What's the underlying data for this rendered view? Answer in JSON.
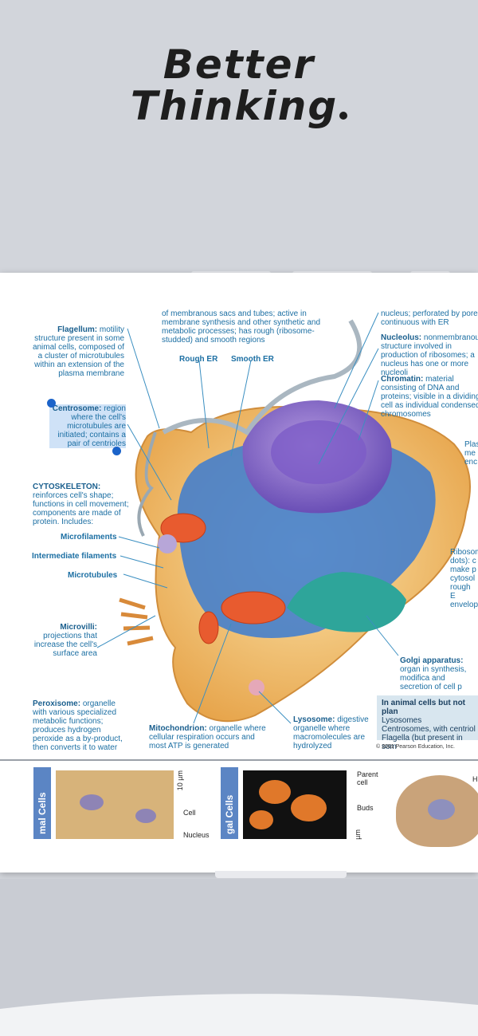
{
  "brand": {
    "line1": "Better",
    "line2": "Thinking"
  },
  "labels": {
    "er_top": "of membranous sacs and tubes; active in membrane synthesis and other synthetic and metabolic processes; has rough (ribosome-studded) and smooth regions",
    "rough_er": "Rough ER",
    "smooth_er": "Smooth ER",
    "nucleus_top": "nucleus; perforated by pores; continuous with ER",
    "flagellum_title": "Flagellum:",
    "flagellum_desc": "motility structure present in some animal cells, composed of a cluster of microtubules within an extension of the plasma membrane",
    "centrosome_title": "Centrosome:",
    "centrosome_desc": "region where the cell's microtubules are initiated; contains a pair of centrioles",
    "nucleolus_title": "Nucleolus:",
    "nucleolus_desc": "nonmembranous structure involved in production of ribosomes; a nucleus has one or more nucleoli",
    "chromatin_title": "Chromatin:",
    "chromatin_desc": "material consisting of DNA and proteins; visible in a dividing cell as individual condensed chromosomes",
    "plasma_partial": "Plas me enc",
    "cytoskeleton_title": "CYTOSKELETON:",
    "cytoskeleton_desc": "reinforces cell's shape; functions in cell movement; components are made of protein. Includes:",
    "microfilaments": "Microfilaments",
    "intermediate_filaments": "Intermediate filaments",
    "microtubules": "Microtubules",
    "ribosomes_partial": "Ribosom dots): c make p cytosol rough E envelop",
    "microvilli_title": "Microvilli:",
    "microvilli_desc": "projections that increase the cell's surface area",
    "golgi_title": "Golgi apparatus:",
    "golgi_desc": "organ in synthesis, modifica and secretion of cell p",
    "peroxisome_title": "Peroxisome:",
    "peroxisome_desc": "organelle with various specialized metabolic functions; produces hydrogen peroxide as a by-product, then converts it to water",
    "mitochondrion_title": "Mitochondrion:",
    "mitochondrion_desc": "organelle where cellular respiration occurs and most ATP is generated",
    "lysosome_title": "Lysosome:",
    "lysosome_desc": "digestive organelle where macromolecules are hydrolyzed"
  },
  "info_box": {
    "title": "In animal cells but not plan",
    "line1": "Lysosomes",
    "line2": "Centrosomes, with centriol",
    "line3": "Flagella (but present in som"
  },
  "copyright": "© 2001 Pearson Education, Inc.",
  "strip": {
    "label_a": "mal Cells",
    "scale_a": "10 µm",
    "cell": "Cell",
    "nucleus": "Nucleus",
    "label_b": "gal Cells",
    "parent_cell": "Parent cell",
    "buds": "Buds",
    "scale_b": "µm",
    "partial_h": "H"
  },
  "colors": {
    "accent": "#1c6fa3",
    "selection": "#cfe2f7",
    "handle_blue": "#1b63c9"
  }
}
